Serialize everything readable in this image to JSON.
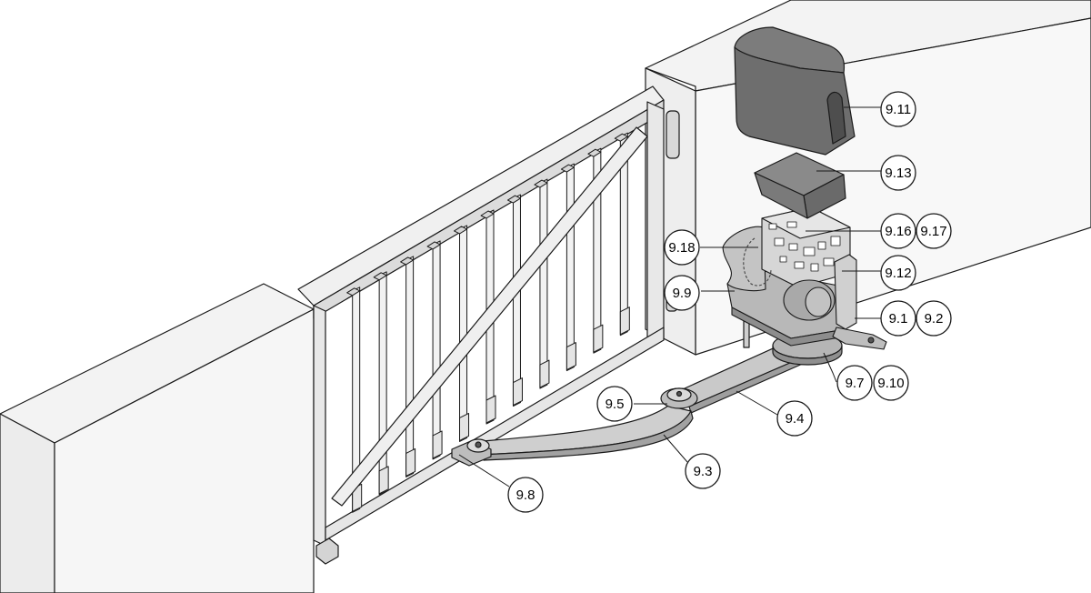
{
  "callouts": [
    {
      "id": "c-9-11",
      "text": "9.11"
    },
    {
      "id": "c-9-13",
      "text": "9.13"
    },
    {
      "id": "c-9-16",
      "text": "9.16"
    },
    {
      "id": "c-9-17",
      "text": "9.17"
    },
    {
      "id": "c-9-18",
      "text": "9.18"
    },
    {
      "id": "c-9-12",
      "text": "9.12"
    },
    {
      "id": "c-9-9",
      "text": "9.9"
    },
    {
      "id": "c-9-1",
      "text": "9.1"
    },
    {
      "id": "c-9-2",
      "text": "9.2"
    },
    {
      "id": "c-9-7",
      "text": "9.7"
    },
    {
      "id": "c-9-10",
      "text": "9.10"
    },
    {
      "id": "c-9-5",
      "text": "9.5"
    },
    {
      "id": "c-9-4",
      "text": "9.4"
    },
    {
      "id": "c-9-3",
      "text": "9.3"
    },
    {
      "id": "c-9-8",
      "text": "9.8"
    }
  ],
  "colors": {
    "line": "#1a1a1a",
    "wall": "#f1f1f1",
    "wall_dark": "#e2e2e2",
    "cover": "#6e6e6e",
    "cover_light": "#8a8a8a",
    "metal": "#9a9a9a",
    "metal_light": "#c8c8c8"
  }
}
